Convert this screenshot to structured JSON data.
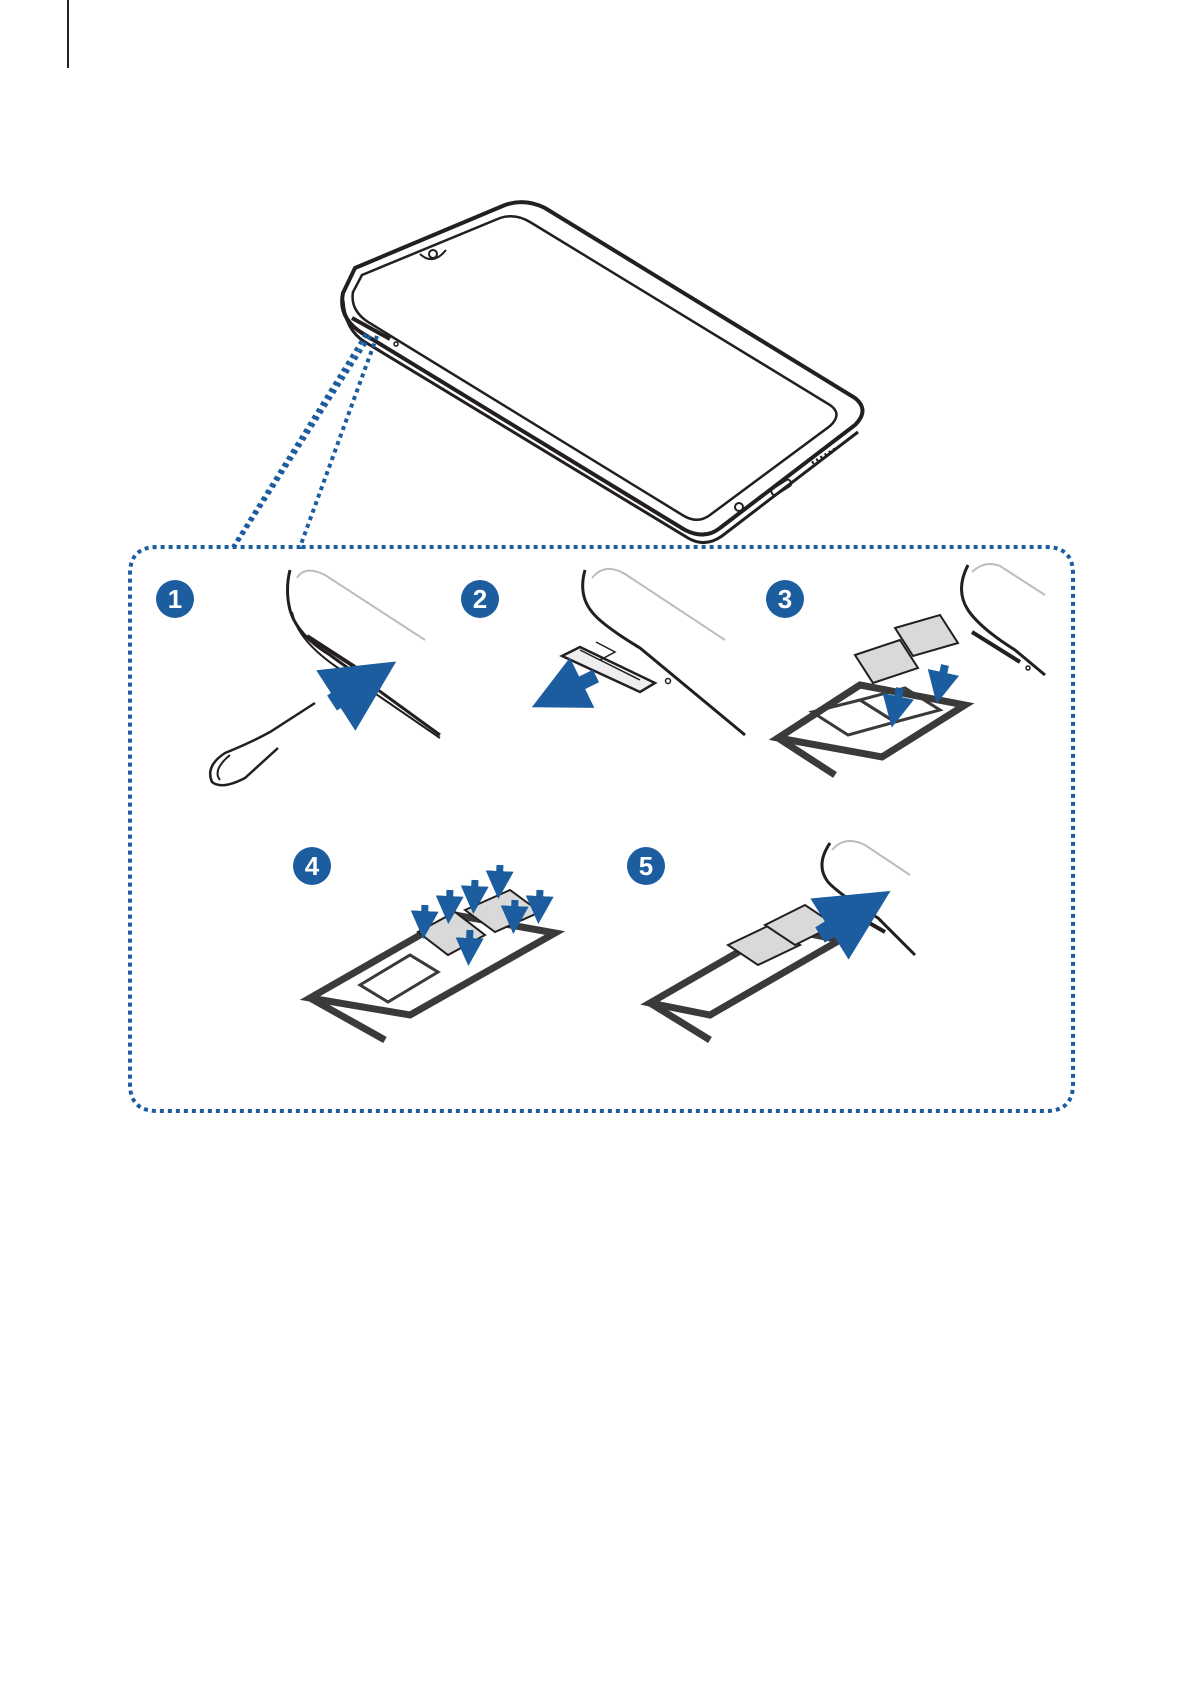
{
  "colors": {
    "accent": "#1b5d9f",
    "line": "#231f20",
    "gray": "#bcbcbc",
    "tray": "#3a3a3a"
  },
  "steps": [
    {
      "number": "1",
      "icon": "eject-pin-icon"
    },
    {
      "number": "2",
      "icon": "tray-pull-out-icon"
    },
    {
      "number": "3",
      "icon": "insert-sim-icon"
    },
    {
      "number": "4",
      "icon": "press-sim-icon"
    },
    {
      "number": "5",
      "icon": "insert-tray-icon"
    }
  ]
}
